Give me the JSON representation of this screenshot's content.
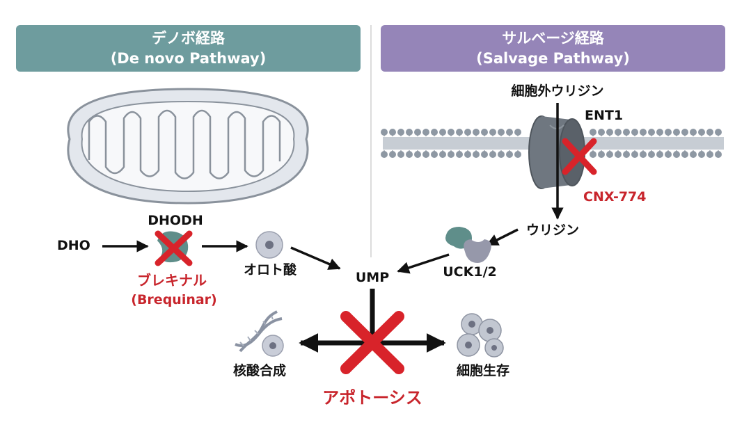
{
  "panels": {
    "left": {
      "title": "デノボ経路",
      "subtitle": "(De novo Pathway)"
    },
    "right": {
      "title": "サルベージ経路",
      "subtitle": "(Salvage Pathway)"
    }
  },
  "labels": {
    "dho": "DHO",
    "dhodh": "DHODH",
    "brequinar_jp": "ブレキナル",
    "brequinar_en": "(Brequinar)",
    "orotic_acid": "オロト酸",
    "ump": "UMP",
    "extracellular_uridine": "細胞外ウリジン",
    "ent1": "ENT1",
    "cnx774": "CNX-774",
    "uridine": "ウリジン",
    "uck": "UCK1/2",
    "nucleic_acid_synthesis": "核酸合成",
    "cell_survival": "細胞生存",
    "apoptosis": "アポトーシス"
  },
  "colors": {
    "teal_banner": "#6e9c9e",
    "purple_banner": "#9585b8",
    "inhibitor_red": "#d8232a",
    "drug_label_red": "#c8252c"
  }
}
